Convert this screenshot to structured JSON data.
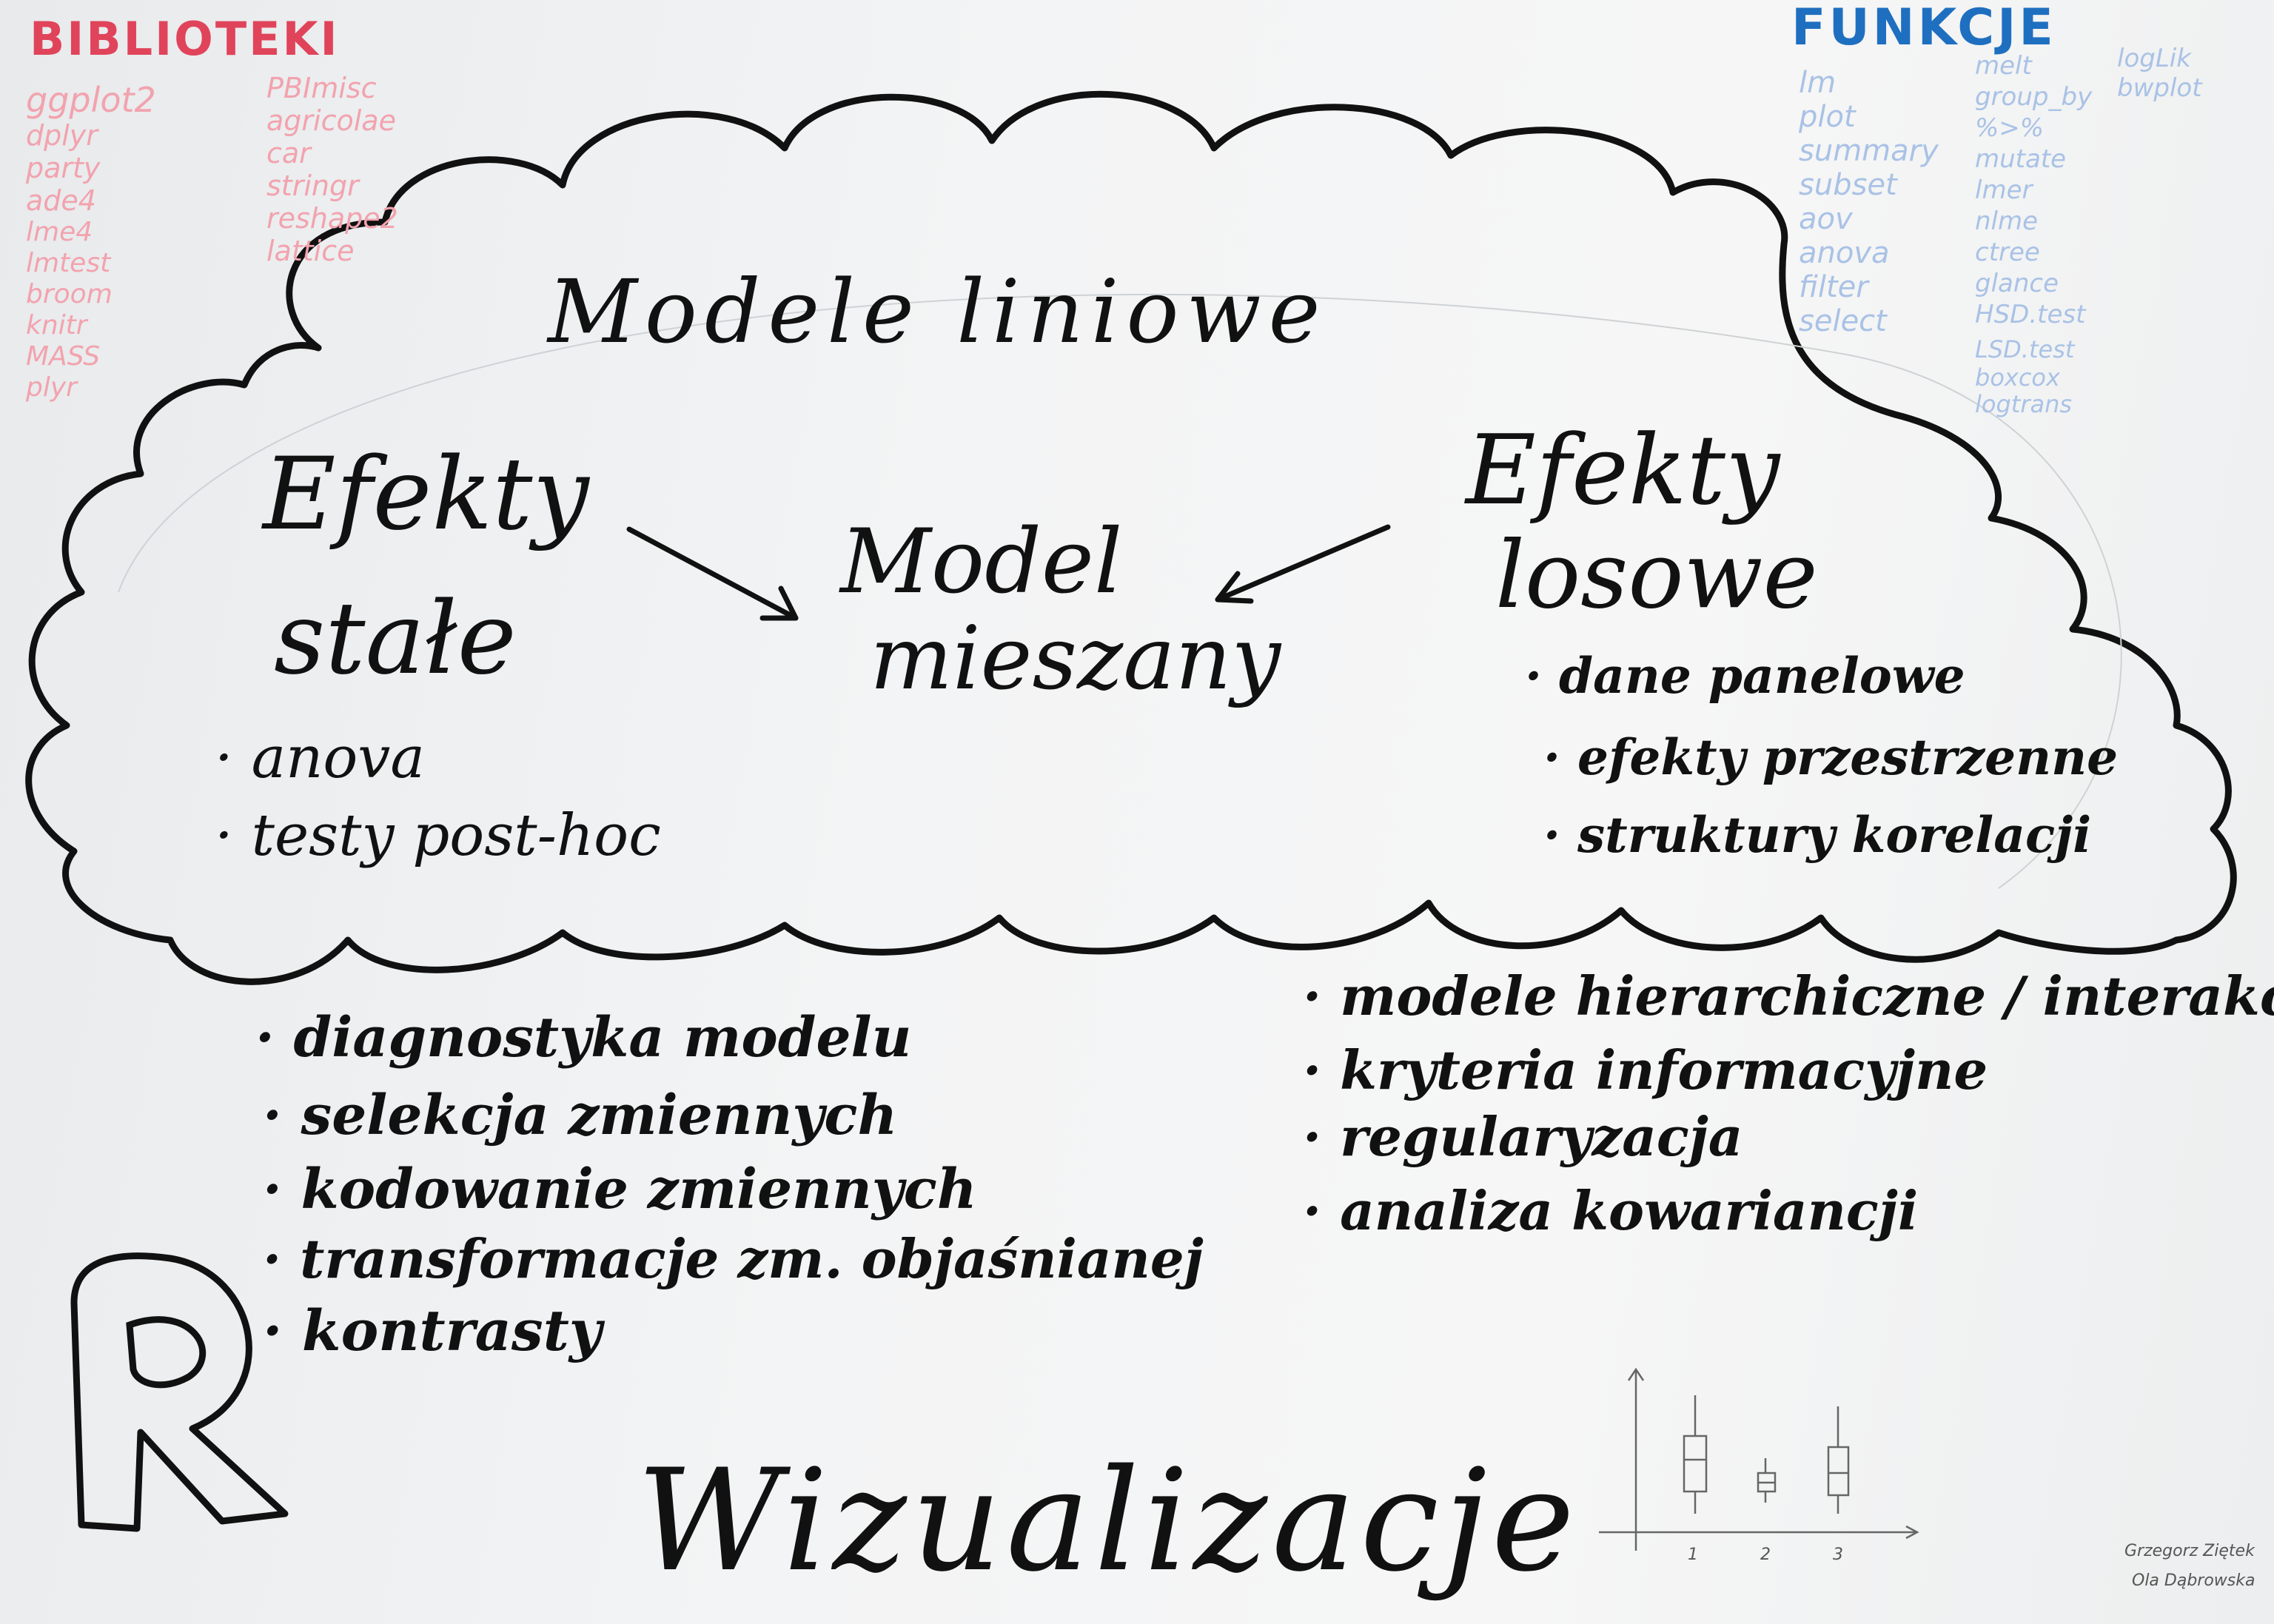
{
  "libraries": {
    "title": "BIBLIOTEKI",
    "column1": [
      "ggplot2",
      "dplyr",
      "party",
      "ade4",
      "lme4",
      "lmtest",
      "broom",
      "knitr",
      "MASS",
      "plyr"
    ],
    "column2": [
      "PBImisc",
      "agricolae",
      "car",
      "stringr",
      "reshape2",
      "lattice"
    ]
  },
  "functions": {
    "title": "FUNKCJE",
    "column1": [
      "lm",
      "plot",
      "summary",
      "subset",
      "aov",
      "anova",
      "filter",
      "select"
    ],
    "column2": [
      "melt",
      "group_by",
      "%>%",
      "mutate",
      "lmer",
      "nlme",
      "ctree",
      "glance",
      "HSD.test",
      "LSD.test",
      "boxcox",
      "logtrans"
    ],
    "column3": [
      "logLik",
      "bwplot"
    ]
  },
  "cloud": {
    "title": "Modele liniowe",
    "fixed": {
      "line1": "Efekty",
      "line2": "stałe",
      "bullets": [
        "anova",
        "testy post-hoc"
      ]
    },
    "center": {
      "line1": "Model",
      "line2": "mieszany"
    },
    "random": {
      "line1": "Efekty",
      "line2": "losowe",
      "bullets": [
        "dane panelowe",
        "efekty przestrzenne",
        "struktury korelacji"
      ]
    }
  },
  "left_bullets": [
    "diagnostyka modelu",
    "selekcja zmiennych",
    "kodowanie zmiennych",
    "transformacje zm. objaśnianej",
    "kontrasty"
  ],
  "right_bullets": [
    "modele hierarchiczne / interakcje",
    "kryteria informacyjne",
    "regularyzacja",
    "analiza kowariancji"
  ],
  "logo": "R",
  "footer_title": "Wizualizacje",
  "boxplot_axis": [
    "1",
    "2",
    "3"
  ],
  "signature": [
    "Grzegorz Ziętek",
    "Ola Dąbrowska"
  ]
}
